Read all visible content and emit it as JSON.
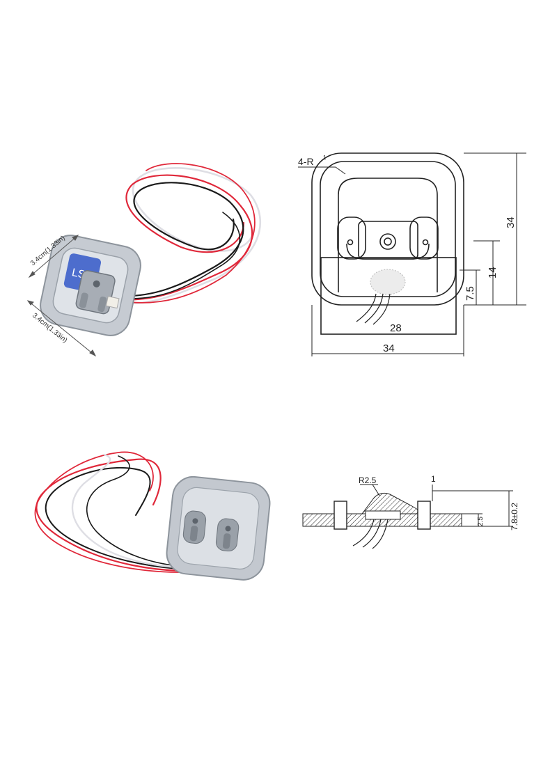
{
  "photo_top": {
    "dim_a": "3.4cm(1.33in)",
    "dim_b": "3.4cm(1.33in)",
    "print_mark": "LS1"
  },
  "drawing_top": {
    "radius_label": "4-R",
    "radius_sup": "1",
    "dim_height_total": "34",
    "dim_14": "14",
    "dim_7_5": "7.5",
    "dim_28": "28",
    "dim_width_total": "34"
  },
  "drawing_side": {
    "radius_label": "R2.5",
    "dim_1": "1",
    "dim_2_5": "2.5",
    "dim_height": "7.8±0.2"
  },
  "colors": {
    "wire_red": "#e0283a",
    "wire_black": "#1a1a1a",
    "wire_white": "#e6e6ea",
    "steel": "#b9c0c8",
    "blue_print": "#2c52c8"
  }
}
